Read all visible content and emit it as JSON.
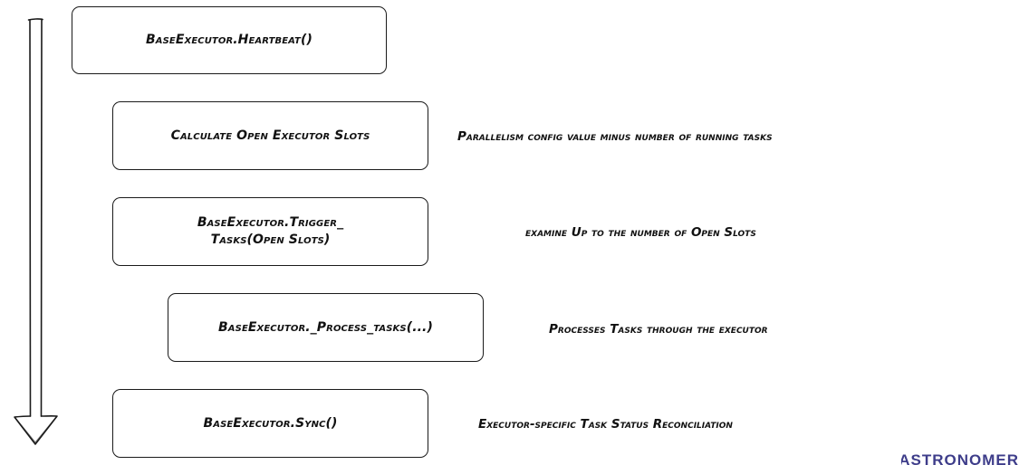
{
  "steps": [
    {
      "label": "BaseExecutor.Heartbeat()"
    },
    {
      "label": "Calculate Open Executor Slots",
      "note": "Parallelism config value minus number of running tasks"
    },
    {
      "label": "BaseExecutor.Trigger_\nTasks(Open Slots)",
      "note": "examine Up to the number of Open Slots"
    },
    {
      "label": "BaseExecutor._Process_tasks(...)",
      "note": "Processes Tasks through the executor"
    },
    {
      "label": "BaseExecutor.Sync()",
      "note": "Executor-specific Task Status Reconciliation"
    }
  ],
  "logo": {
    "text": "ASTRONOMER",
    "color": "#3e3d8a"
  },
  "colors": {
    "stroke": "#1a1a1a",
    "text": "#111111",
    "background": "#ffffff"
  }
}
